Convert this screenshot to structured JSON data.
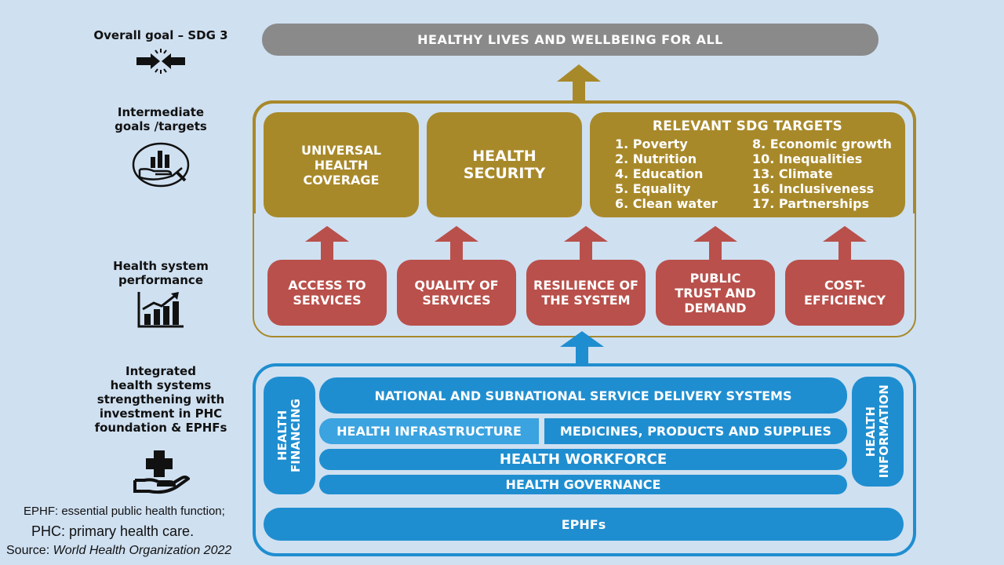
{
  "left_labels": {
    "overall": "Overall goal – SDG 3",
    "intermediate": "Intermediate\ngoals /targets",
    "performance": "Health system\nperformance",
    "integrated": "Integrated\nhealth systems\nstrengthening with\ninvestment in PHC\nfoundation & EPHFs"
  },
  "top_goal": "HEALTHY LIVES AND WELLBEING FOR ALL",
  "gold_boxes": {
    "uhc": "UNIVERSAL\nHEALTH\nCOVERAGE",
    "security": "HEALTH\nSECURITY",
    "sdg_title": "RELEVANT SDG TARGETS",
    "sdg_left": [
      "1. Poverty",
      "2. Nutrition",
      "4. Education",
      "5. Equality",
      "6. Clean water"
    ],
    "sdg_right": [
      "8. Economic growth",
      "10. Inequalities",
      "13. Climate",
      "16. Inclusiveness",
      "17. Partnerships"
    ]
  },
  "red_boxes": [
    "ACCESS TO\nSERVICES",
    "QUALITY OF\nSERVICES",
    "RESILIENCE OF\nTHE SYSTEM",
    "PUBLIC\nTRUST AND\nDEMAND",
    "COST-\nEFFICIENCY"
  ],
  "blue": {
    "financing": "HEALTH\nFINANCING",
    "information": "HEALTH\nINFORMATION",
    "delivery": "NATIONAL AND SUBNATIONAL SERVICE DELIVERY SYSTEMS",
    "infrastructure": "HEALTH INFRASTRUCTURE",
    "medicines": "MEDICINES, PRODUCTS AND SUPPLIES",
    "workforce": "HEALTH WORKFORCE",
    "governance": "HEALTH GOVERNANCE",
    "ephfs": "EPHFs"
  },
  "footnotes": {
    "ephf": "EPHF: essential public health function;",
    "phc": "PHC: primary health care.",
    "source_prefix": "Source: ",
    "source": "World Health Organization 2022"
  },
  "icons": [
    "arrows-converge-icon",
    "hand-chart-icon",
    "growth-chart-icon",
    "hand-cross-icon"
  ],
  "colors": {
    "gold": "#a8892a",
    "red": "#b9504b",
    "blue": "#1f8ed0",
    "grey": "#8a8a8a",
    "background": "#cfe0f1"
  }
}
